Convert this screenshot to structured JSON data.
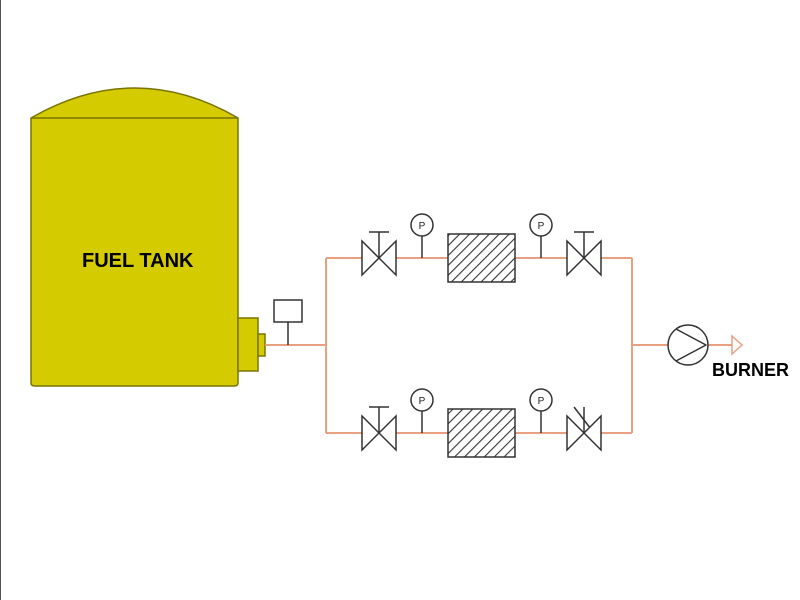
{
  "labels": {
    "tank": "FUEL TANK",
    "burner": "BURNER",
    "pressure_gauge": "P"
  },
  "colors": {
    "tank_fill": "#D4CB00",
    "tank_stroke": "#7A7400",
    "pipe": "#E8A080",
    "symbol_stroke": "#333333"
  },
  "icons": [
    "gate-valve-icon",
    "pressure-gauge-icon",
    "filter-icon",
    "pump-icon",
    "outlet-arrow-icon",
    "level-sensor-icon"
  ]
}
